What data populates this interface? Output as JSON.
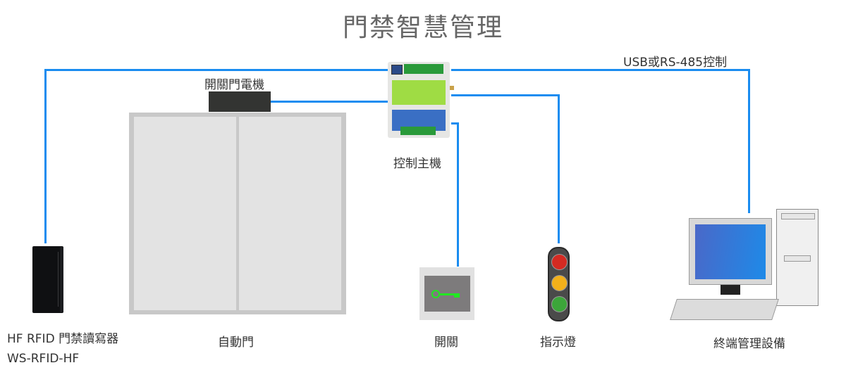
{
  "title": "門禁智慧管理",
  "connection_label": "USB或RS-485控制",
  "line_color": "#1a8cf0",
  "nodes": {
    "controller": {
      "label": "控制主機",
      "icon": "controller-unit-icon"
    },
    "door_motor": {
      "label": "開關門電機",
      "icon": "door-motor-icon"
    },
    "auto_door": {
      "label": "自動門",
      "icon": "sliding-door-icon"
    },
    "rfid_reader": {
      "label_line1": "HF RFID 門禁讀寫器",
      "label_line2": "WS-RFID-HF",
      "icon": "rfid-reader-icon"
    },
    "switch": {
      "label": "開關",
      "icon": "key-switch-icon"
    },
    "indicator": {
      "label": "指示燈",
      "icon": "traffic-light-icon",
      "lamps": [
        "#d42a22",
        "#f2b01a",
        "#3ca63a"
      ]
    },
    "terminal": {
      "label": "終端管理設備",
      "icon": "desktop-computer-icon"
    }
  }
}
